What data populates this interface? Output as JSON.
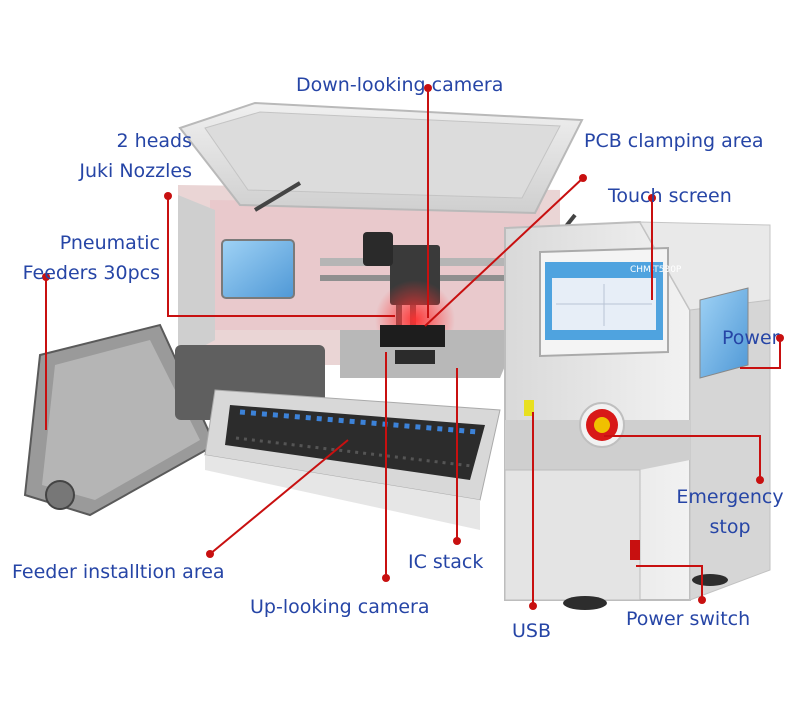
{
  "diagram": {
    "labels": {
      "down_camera": "Down-looking camera",
      "heads_line1": "2 heads",
      "heads_line2": "Juki Nozzles",
      "pcb_clamp": "PCB clamping area",
      "touch_screen": "Touch screen",
      "pneumatic_line1": "Pneumatic",
      "pneumatic_line2": "Feeders 30pcs",
      "power": "Power",
      "emergency_line1": "Emergency",
      "emergency_line2": "stop",
      "feeder_area": "Feeder installtion area",
      "ic_stack": "IC stack",
      "up_camera": "Up-looking camera",
      "usb": "USB",
      "power_switch": "Power switch"
    },
    "screen_brand": "CHM-T530P",
    "colors": {
      "label_text": "#2645a6",
      "leader_line": "#c81010",
      "machine_body": "#e4e4e4",
      "emergency_button": "#d81818",
      "screen_blue": "#4fa3df"
    }
  }
}
